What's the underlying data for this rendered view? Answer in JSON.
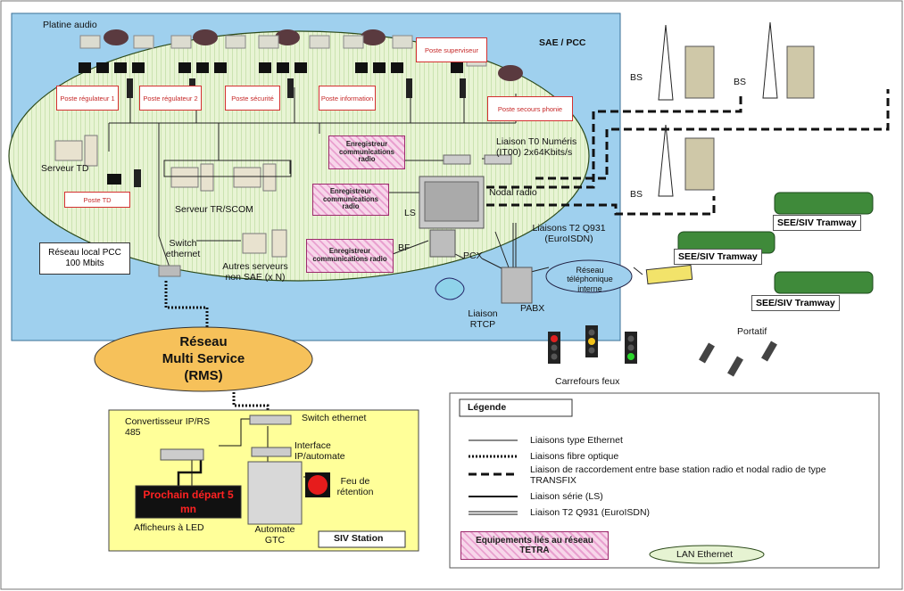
{
  "title_sae": "SAE / PCC",
  "labels": {
    "platine_audio": "Platine audio",
    "poste_superviseur": "Poste superviseur",
    "poste_regulateur1": "Poste régulateur 1",
    "poste_regulateur2": "Poste régulateur 2",
    "poste_securite": "Poste sécurité",
    "poste_information": "Poste information",
    "poste_secours": "Poste secours phonie",
    "serveur_td": "Serveur TD",
    "poste_td": "Poste TD",
    "serveur_tr": "Serveur TR/SCOM",
    "enregistreur": "Enregistreur communications radio",
    "liaison_t0": "Liaison T0 Numéris (IT00) 2x64Kbits/s",
    "nodal_radio": "Nodal radio",
    "ls": "LS",
    "bf": "BF",
    "pcx": "PCX",
    "liaisons_t2": "Liaisons T2 Q931 (EuroISDN)",
    "reseau_local": "Réseau local PCC 100 Mbits",
    "switch_ethernet_pcc": "Switch ethernet",
    "autres_serveurs": "Autres serveurs non SAE (x N)",
    "liaison_rtcp": "Liaison RTCP",
    "pabx": "PABX",
    "reseau_telephonique": "Réseau téléphonique interne",
    "bs1": "BS",
    "bs2": "BS",
    "bs3": "BS",
    "tram1": "SEE/SIV Tramway",
    "tram2": "SEE/SIV Tramway",
    "tram3": "SEE/SIV Tramway",
    "portatif": "Portatif",
    "carrefours": "Carrefours feux",
    "rms_line1": "Réseau",
    "rms_line2": "Multi Service",
    "rms_line3": "(RMS)",
    "convertisseur": "Convertisseur IP/RS 485",
    "switch_ethernet_station": "Switch ethernet",
    "interface": "Interface IP/automate",
    "prochain": "Prochain départ 5 mn",
    "afficheurs": "Afficheurs à LED",
    "automate": "Automate GTC",
    "feu_retention": "Feu de rétention",
    "siv_station": "SIV Station"
  },
  "legend": {
    "title": "Légende",
    "items": [
      "Liaisons type Ethernet",
      "Liaisons fibre optique",
      "Liaison  de raccordement entre base station radio et nodal radio  de type TRANSFIX",
      "Liaison série (LS)",
      "Liaison T2 Q931 (EuroISDN)"
    ],
    "tetra_label": "Equipements liés au réseau TETRA",
    "lan_label": "LAN Ethernet"
  },
  "colors": {
    "background_blue": "#9fd0ee",
    "lan_green": "#e6f3d2",
    "rms_orange": "#f6c15a",
    "station_yellow": "#ffff99",
    "tetra_pink": "#e9a0cf",
    "tram_green": "#3f8a3a"
  }
}
